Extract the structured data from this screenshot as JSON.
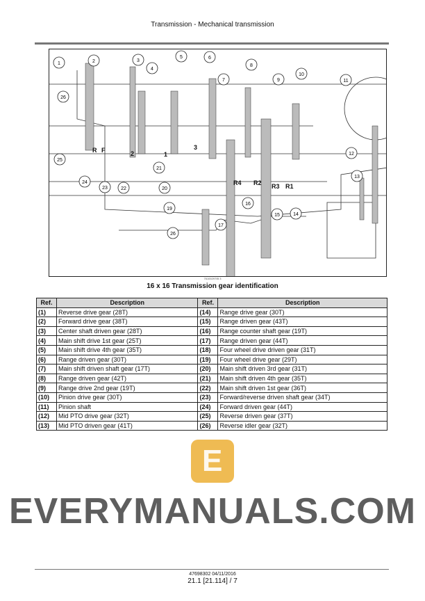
{
  "header": {
    "title": "Transmission - Mechanical transmission"
  },
  "figure": {
    "id": "76100297IB",
    "id_suffix": "3",
    "caption": "16 x 16 Transmission gear identification",
    "callouts": [
      "1",
      "2",
      "3",
      "4",
      "5",
      "6",
      "7",
      "8",
      "9",
      "10",
      "11",
      "12",
      "13",
      "14",
      "15",
      "16",
      "17",
      "19",
      "20",
      "21",
      "22",
      "23",
      "24",
      "25",
      "26",
      "26"
    ],
    "labels": [
      "R",
      "F",
      "2",
      "1",
      "3",
      "R4",
      "R2",
      "R3",
      "R1"
    ]
  },
  "table": {
    "headers": [
      "Ref.",
      "Description",
      "Ref.",
      "Description"
    ],
    "rows": [
      [
        "(1)",
        "Reverse drive gear (28T)",
        "(14)",
        "Range drive gear (30T)"
      ],
      [
        "(2)",
        "Forward drive gear (38T)",
        "(15)",
        "Range driven gear (43T)"
      ],
      [
        "(3)",
        "Center shaft driven gear (28T)",
        "(16)",
        "Range counter shaft gear (19T)"
      ],
      [
        "(4)",
        "Main shift drive 1st gear (25T)",
        "(17)",
        "Range driven gear (44T)"
      ],
      [
        "(5)",
        "Main shift drive 4th gear (35T)",
        "(18)",
        "Four wheel drive driven gear (31T)"
      ],
      [
        "(6)",
        "Range driven gear (30T)",
        "(19)",
        "Four wheel drive gear (29T)"
      ],
      [
        "(7)",
        "Main shift driven shaft gear (17T)",
        "(20)",
        "Main shift driven 3rd gear (31T)"
      ],
      [
        "(8)",
        "Range driven gear (42T)",
        "(21)",
        "Main shift driven 4th gear (35T)"
      ],
      [
        "(9)",
        "Range drive 2nd gear (19T)",
        "(22)",
        "Main shift driven 1st gear (36T)"
      ],
      [
        "(10)",
        "Pinion drive gear (30T)",
        "(23)",
        "Forward/reverse driven shaft gear (34T)"
      ],
      [
        "(11)",
        "Pinion shaft",
        "(24)",
        "Forward driven gear (44T)"
      ],
      [
        "(12)",
        "Mid PTO drive gear (32T)",
        "(25)",
        "Reverse driven gear (37T)"
      ],
      [
        "(13)",
        "Mid PTO driven gear (41T)",
        "(26)",
        "Reverse idler gear (32T)"
      ]
    ]
  },
  "watermark": {
    "text": "EVERYMANUALS.COM",
    "logo": "E"
  },
  "footer": {
    "doc": "47698302 04/11/2016",
    "page": "21.1 [21.114] / 7"
  }
}
